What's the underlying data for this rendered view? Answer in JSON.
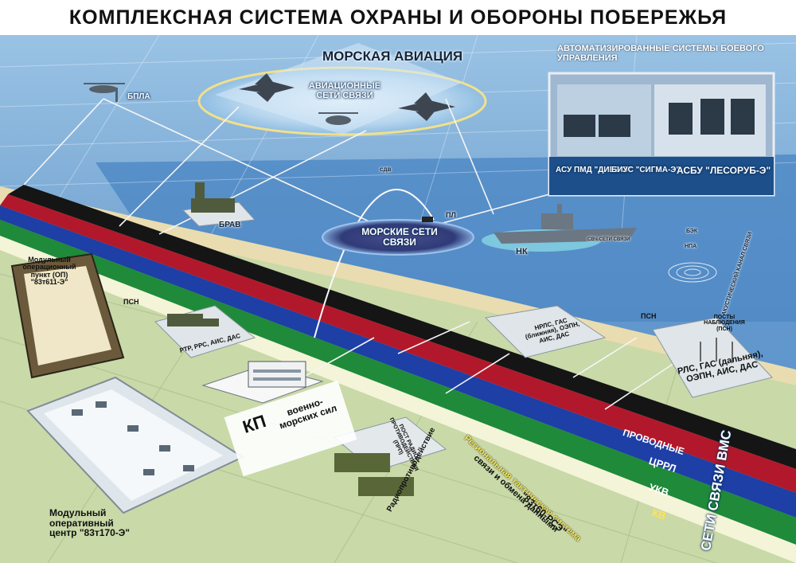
{
  "title": "КОМПЛЕКСНАЯ СИСТЕМА ОХРАНЫ И ОБОРОНЫ ПОБЕРЕЖЬЯ",
  "aviation": {
    "title": "МОРСКАЯ АВИАЦИЯ",
    "network": "АВИАЦИОННЫЕ СЕТИ СВЯЗИ",
    "uav": "БПЛА"
  },
  "acs_panel": {
    "title": "АВТОМАТИЗИРОВАННЫЕ СИСТЕМЫ БОЕВОГО УПРАВЛЕНИЯ",
    "subtitle": "АВТОМАТИЗИРОВАННЫЕ СИСТЕМЫ БОЕВОГО УПРАВЛЕНИЯ",
    "systems": [
      {
        "label": "АСУ ПМД \"ДИЕЗ-Э\""
      },
      {
        "label": "БИУС \"СИГМА-Э\""
      },
      {
        "label": "АСБУ \"ЛЕСОРУБ-Э\""
      }
    ]
  },
  "sea": {
    "sdv": "сдв",
    "submarine": "ПЛ",
    "network": "МОРСКИЕ СЕТИ СВЯЗИ",
    "surface_ship": "НК",
    "shf": "СВЧ-СЕТИ СВЯЗИ",
    "bek": "БЭК",
    "npa": "НПА",
    "acoustic": "АКУСТИЧЕСКИЙ КАНАЛ СВЯЗИ"
  },
  "ground": {
    "brav": "БРАВ",
    "modular_post": "Модульный операционный пункт (ОП) \"83т611-Э\"",
    "psn_left": "ПСН",
    "rtr": "РТР, РРС, АИС, ДАС",
    "psn_right": "ПСН",
    "nrls": "НРЛС, ГАС (ближняя), ОЭПН, АИС, ДАС",
    "posts": "ПОСТЫ НАБЛЮДЕНИЯ (ПСН)",
    "rls": "РЛС, ГАС (дальняя), ОЭПН, АИС, ДАС",
    "kp": "КП",
    "kp_sub": "военно-морских сил",
    "ew_post": "ПОСТ РАДИО-ПРОТИВОДЕЙСТВИЯ (ПРП)",
    "ew": "Радиопротиводействие",
    "center": "Модульный оперативный центр \"83т170-Э\""
  },
  "regional": {
    "line1": "Региональная тактическая система",
    "line2": "связи и обмена данными",
    "line3": "\"83т60-РСЭ\""
  },
  "bands": [
    {
      "label": "ПРОВОДНЫЕ",
      "color": "#151515"
    },
    {
      "label": "ЦРРЛ",
      "color": "#b2182b"
    },
    {
      "label": "УКВ",
      "color": "#1d3fa6"
    },
    {
      "label": "КВ",
      "color": "#1f8a3a"
    }
  ],
  "navy_networks": "СЕТИ СВЯЗИ ВМС",
  "colors": {
    "sea": "#3a78b8",
    "land": "#c9d9a8",
    "shore": "#e9dcb0"
  }
}
